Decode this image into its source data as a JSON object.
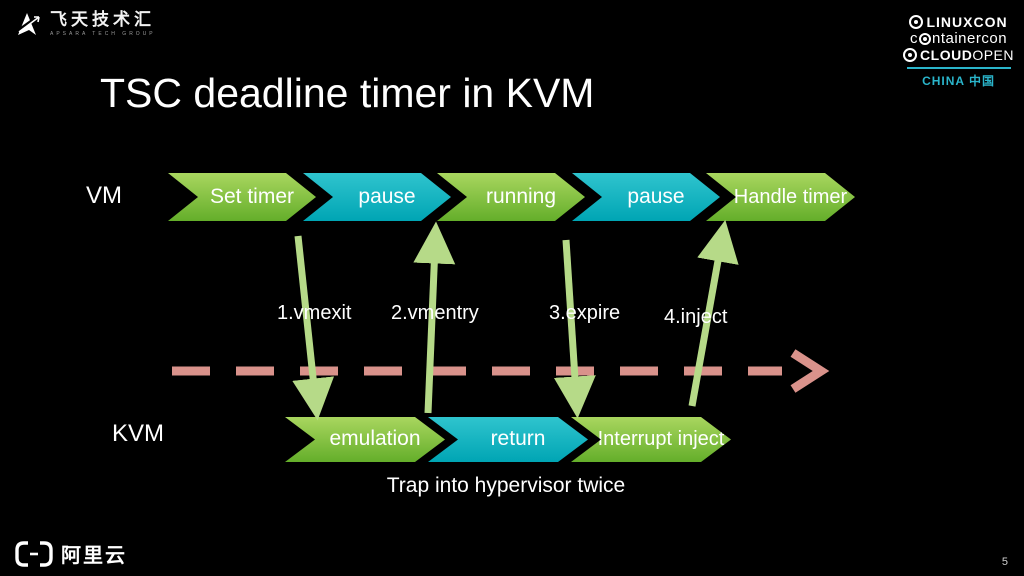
{
  "brand": {
    "name": "飞天技术汇",
    "tagline": "APSARA TECH GROUP"
  },
  "conference": {
    "linuxcon": "LINUXCON",
    "containercon_prefix": "c",
    "containercon_suffix": "ntainercon",
    "cloudopen_bold": "CLOUD",
    "cloudopen_light": "OPEN",
    "region": "CHINA 中国"
  },
  "slide": {
    "title": "TSC deadline timer in KVM",
    "caption": "Trap into hypervisor twice",
    "page_number": "5"
  },
  "diagram": {
    "vm_label": "VM",
    "kvm_label": "KVM",
    "vm_states": [
      {
        "label": "Set timer",
        "color": "green"
      },
      {
        "label": "pause",
        "color": "teal"
      },
      {
        "label": "running",
        "color": "green"
      },
      {
        "label": "pause",
        "color": "teal"
      },
      {
        "label": "Handle timer",
        "color": "green"
      }
    ],
    "kvm_states": [
      {
        "label": "emulation",
        "color": "green"
      },
      {
        "label": "return",
        "color": "teal"
      },
      {
        "label": "Interrupt inject",
        "color": "green"
      }
    ],
    "transitions": [
      {
        "label": "1.vmexit",
        "direction": "down"
      },
      {
        "label": "2.vmentry",
        "direction": "up"
      },
      {
        "label": "3.expire",
        "direction": "down"
      },
      {
        "label": "4.inject",
        "direction": "up"
      }
    ],
    "colors": {
      "state_green_top": "#a9d65f",
      "state_green_bottom": "#64ae2a",
      "state_teal_top": "#2fc4ce",
      "state_teal_bottom": "#00a5b4",
      "transition_arrow": "#b6da88",
      "timeline_dash": "#d9928b",
      "conference_accent": "#2ab5cb"
    }
  },
  "footer": {
    "logo_text": "阿里云"
  }
}
